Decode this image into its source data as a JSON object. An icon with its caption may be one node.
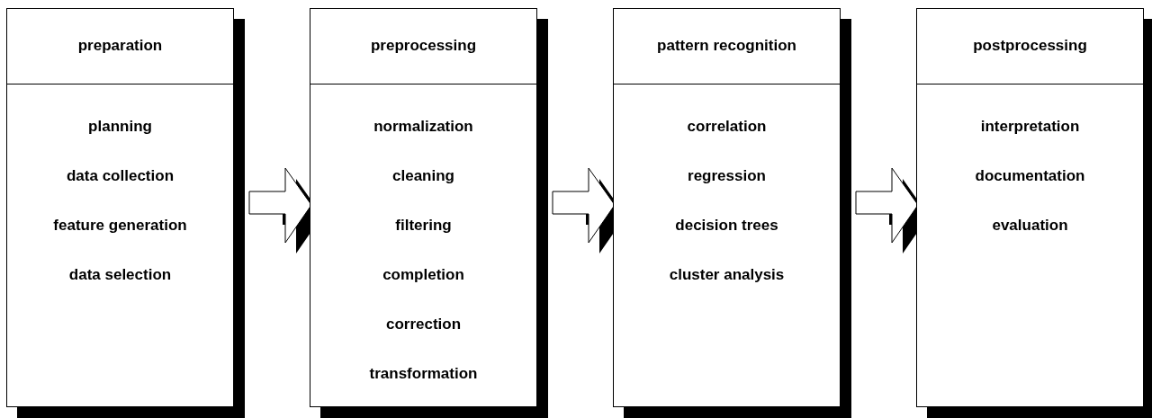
{
  "diagram": {
    "nodes": [
      {
        "text": [
          "preparation",
          "planning",
          "data collection",
          "feature generation",
          "data selection"
        ]
      },
      {
        "text": [
          "preprocessing",
          "normalization",
          "cleaning",
          "filtering",
          "completion",
          "correction",
          "transformation"
        ]
      },
      {
        "text": [
          "pattern recognition",
          "correlation",
          "regression",
          "decision trees",
          "cluster analysis"
        ]
      },
      {
        "text": [
          "postprocessing",
          "interpretation",
          "documentation",
          "evaluation"
        ]
      }
    ],
    "edges": [
      {
        "from": 0,
        "to": 1,
        "arrow": "to"
      },
      {
        "from": 1,
        "to": 2,
        "arrow": "to"
      },
      {
        "from": 2,
        "to": 3,
        "arrow": "to"
      }
    ]
  }
}
